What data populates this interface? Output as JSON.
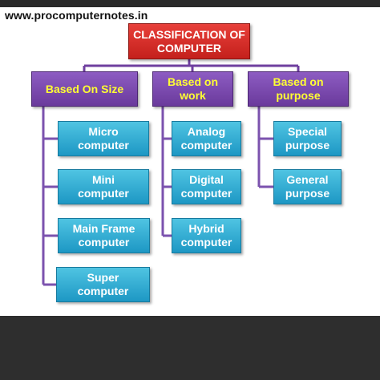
{
  "site": {
    "url": "www.procomputernotes.in"
  },
  "diagram": {
    "root": "CLASSIFICATION OF\nCOMPUTER",
    "categories": [
      {
        "label": "Based On Size",
        "items": [
          "Micro\ncomputer",
          "Mini\ncomputer",
          "Main Frame\ncomputer",
          "Super\ncomputer"
        ]
      },
      {
        "label": "Based on\nwork",
        "items": [
          "Analog\ncomputer",
          "Digital\ncomputer",
          "Hybrid\ncomputer"
        ]
      },
      {
        "label": "Based on\npurpose",
        "items": [
          "Special\npurpose",
          "General\npurpose"
        ]
      }
    ]
  },
  "colors": {
    "root": "#d32f2a",
    "category": "#7b4aae",
    "category_text": "#ffff33",
    "leaf": "#2aa7d2",
    "connector": "#6f3f9f"
  }
}
